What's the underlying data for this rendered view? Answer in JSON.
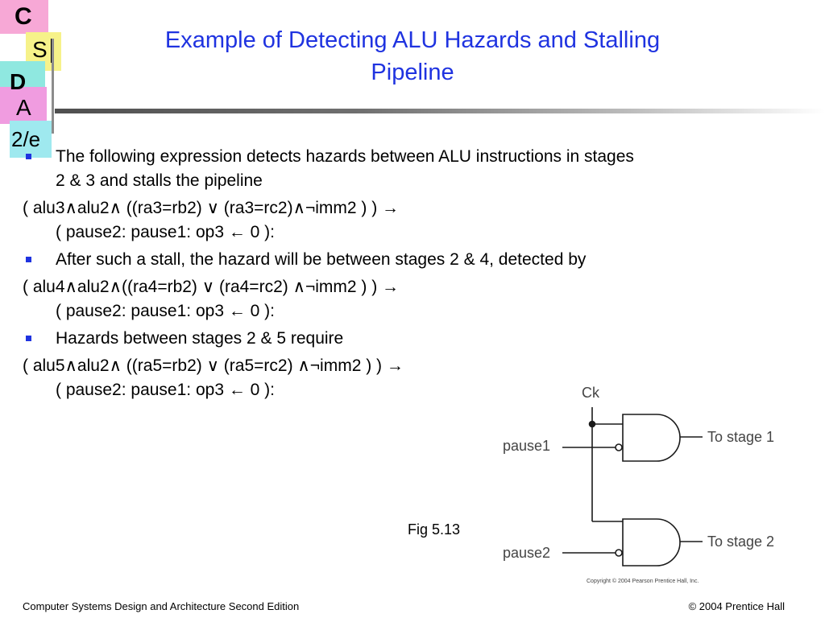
{
  "logo": {
    "c": "C",
    "s": "S",
    "d": "D",
    "a": "A",
    "edition": "2/e"
  },
  "title": {
    "line1": "Example of Detecting ALU Hazards and Stalling",
    "line2": "Pipeline"
  },
  "content": {
    "bullet1": "The following expression detects hazards between ALU instructions in stages 2 & 3 and stalls the pipeline",
    "expr1": {
      "line1": "( alu3∧alu2∧ ((ra3=rb2) ∨ (ra3=rc2)∧¬imm2 ) ) →",
      "line2": "( pause2: pause1: op3 ← 0 ):"
    },
    "bullet2": "After such a stall, the hazard will be between stages 2 & 4, detected by",
    "expr2": {
      "line1": "( alu4∧alu2∧((ra4=rb2) ∨ (ra4=rc2) ∧¬imm2 ) ) →",
      "line2": "( pause2: pause1: op3 ← 0 ):"
    },
    "bullet3": "Hazards between stages 2 & 5 require",
    "expr3": {
      "line1": "( alu5∧alu2∧ ((ra5=rb2) ∨ (ra5=rc2) ∧¬imm2 ) ) →",
      "line2": "( pause2: pause1: op3 ← 0 ):"
    }
  },
  "figure": {
    "caption": "Fig 5.13",
    "ck": "Ck",
    "pause1": "pause1",
    "pause2": "pause2",
    "out1": "To stage 1",
    "out2": "To stage 2",
    "copyright": "Copyright © 2004 Pearson Prentice Hall, Inc."
  },
  "footer": {
    "left": "Computer Systems Design and Architecture Second Edition",
    "right": "© 2004 Prentice Hall"
  },
  "colors": {
    "title": "#1f33e0",
    "bullet": "#1f33e0"
  }
}
